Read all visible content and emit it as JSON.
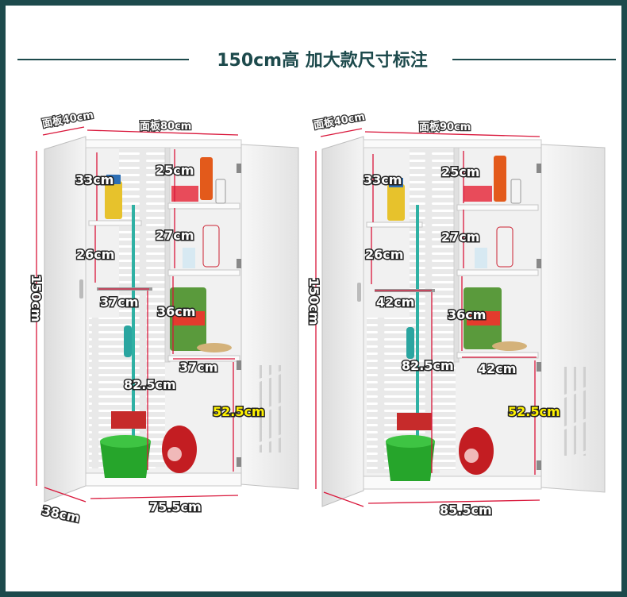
{
  "title": {
    "prefix": "150cm高 ",
    "highlight": "加大款尺寸标注"
  },
  "colors": {
    "frame": "#1d4a4c",
    "dimension_line": "#d9163a",
    "highlight_label": "#fff200"
  },
  "cabinets": [
    {
      "panel_side": "面板40cm",
      "panel_front": "面板80cm",
      "height": "150cm",
      "top_shelf": "33cm",
      "right_top": "25cm",
      "right_mid": "27cm",
      "left_mid": "26cm",
      "hanger_width": "37cm",
      "right_lower": "36cm",
      "right_shelf_width": "37cm",
      "hanger_height": "82.5cm",
      "bottom_height": "52.5cm",
      "depth": "38cm",
      "width": "75.5cm"
    },
    {
      "panel_side": "面板40cm",
      "panel_front": "面板90cm",
      "height": "150cm",
      "top_shelf": "33cm",
      "right_top": "25cm",
      "right_mid": "27cm",
      "left_mid": "26cm",
      "hanger_width": "42cm",
      "right_lower": "36cm",
      "right_shelf_width": "42cm",
      "hanger_height": "82.5cm",
      "bottom_height": "52.5cm",
      "width": "85.5cm"
    }
  ]
}
